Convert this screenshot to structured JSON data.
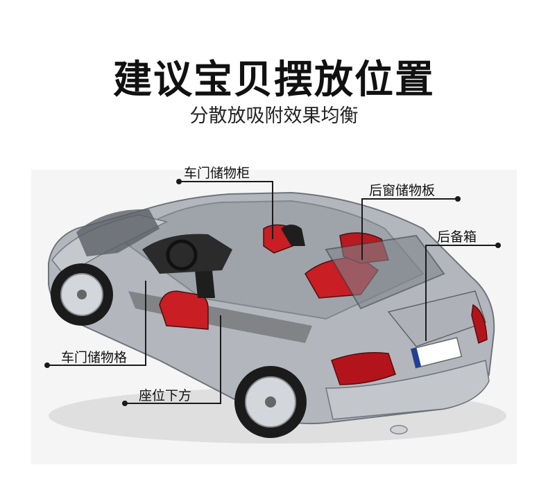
{
  "header": {
    "title": "建议宝贝摆放位置",
    "subtitle": "分散放吸附效果均衡"
  },
  "callouts": {
    "door_cabinet": "车门储物柜",
    "rear_window_shelf": "后窗储物板",
    "trunk": "后备箱",
    "door_compartment": "车门储物格",
    "under_seat": "座位下方"
  },
  "colors": {
    "car_body": "#a9adb3",
    "seat_red": "#c81e24",
    "taillight": "#b3141b",
    "text": "#111111"
  }
}
